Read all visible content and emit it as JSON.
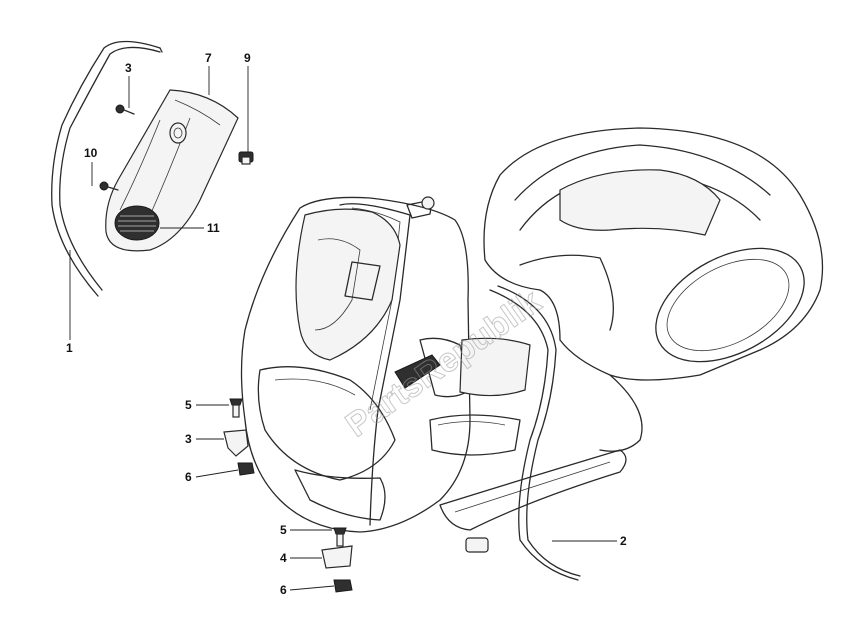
{
  "callouts": {
    "c1": "1",
    "c2": "2",
    "c3a": "3",
    "c3b": "3",
    "c4": "4",
    "c5a": "5",
    "c5b": "5",
    "c6a": "6",
    "c6b": "6",
    "c7": "7",
    "c9": "9",
    "c10": "10",
    "c11": "11"
  },
  "watermark": "PartsRepublik",
  "colors": {
    "line": "#2a2a2a",
    "background": "#ffffff"
  }
}
